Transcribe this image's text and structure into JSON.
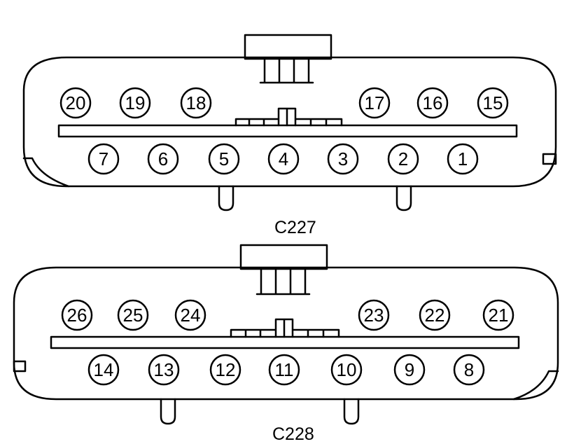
{
  "connectors": [
    {
      "id": "c227",
      "label": "C227",
      "top_pins": [
        "20",
        "19",
        "18",
        "17",
        "16",
        "15"
      ],
      "bottom_pins": [
        "7",
        "6",
        "5",
        "4",
        "3",
        "2",
        "1"
      ]
    },
    {
      "id": "c228",
      "label": "C228",
      "top_pins": [
        "26",
        "25",
        "24",
        "23",
        "22",
        "21"
      ],
      "bottom_pins": [
        "14",
        "13",
        "12",
        "11",
        "10",
        "9",
        "8"
      ]
    }
  ],
  "colors": {
    "line": "#000000",
    "background": "#ffffff"
  }
}
